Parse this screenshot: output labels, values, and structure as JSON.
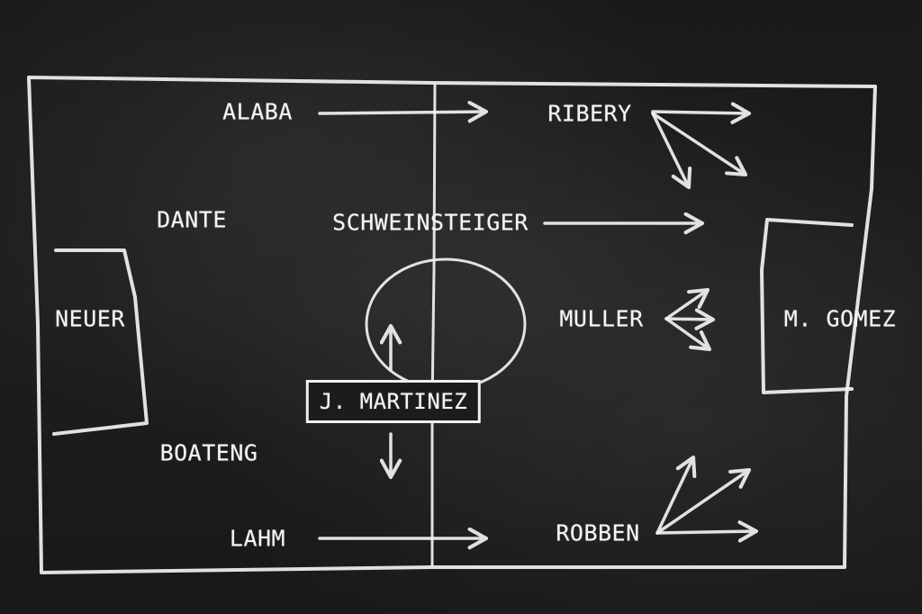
{
  "board": {
    "description_colors": {
      "board": "#1c1c1c",
      "chalk": "#f2f2f2"
    }
  },
  "players": {
    "neuer": "NEUER",
    "dante": "DANTE",
    "alaba": "ALABA",
    "boateng": "BOATENG",
    "lahm": "LAHM",
    "schweinsteiger": "SCHWEINSTEIGER",
    "martinez": "J. MARTINEZ",
    "ribery": "RIBERY",
    "muller": "MULLER",
    "robben": "ROBBEN",
    "gomez": "M. GOMEZ"
  }
}
